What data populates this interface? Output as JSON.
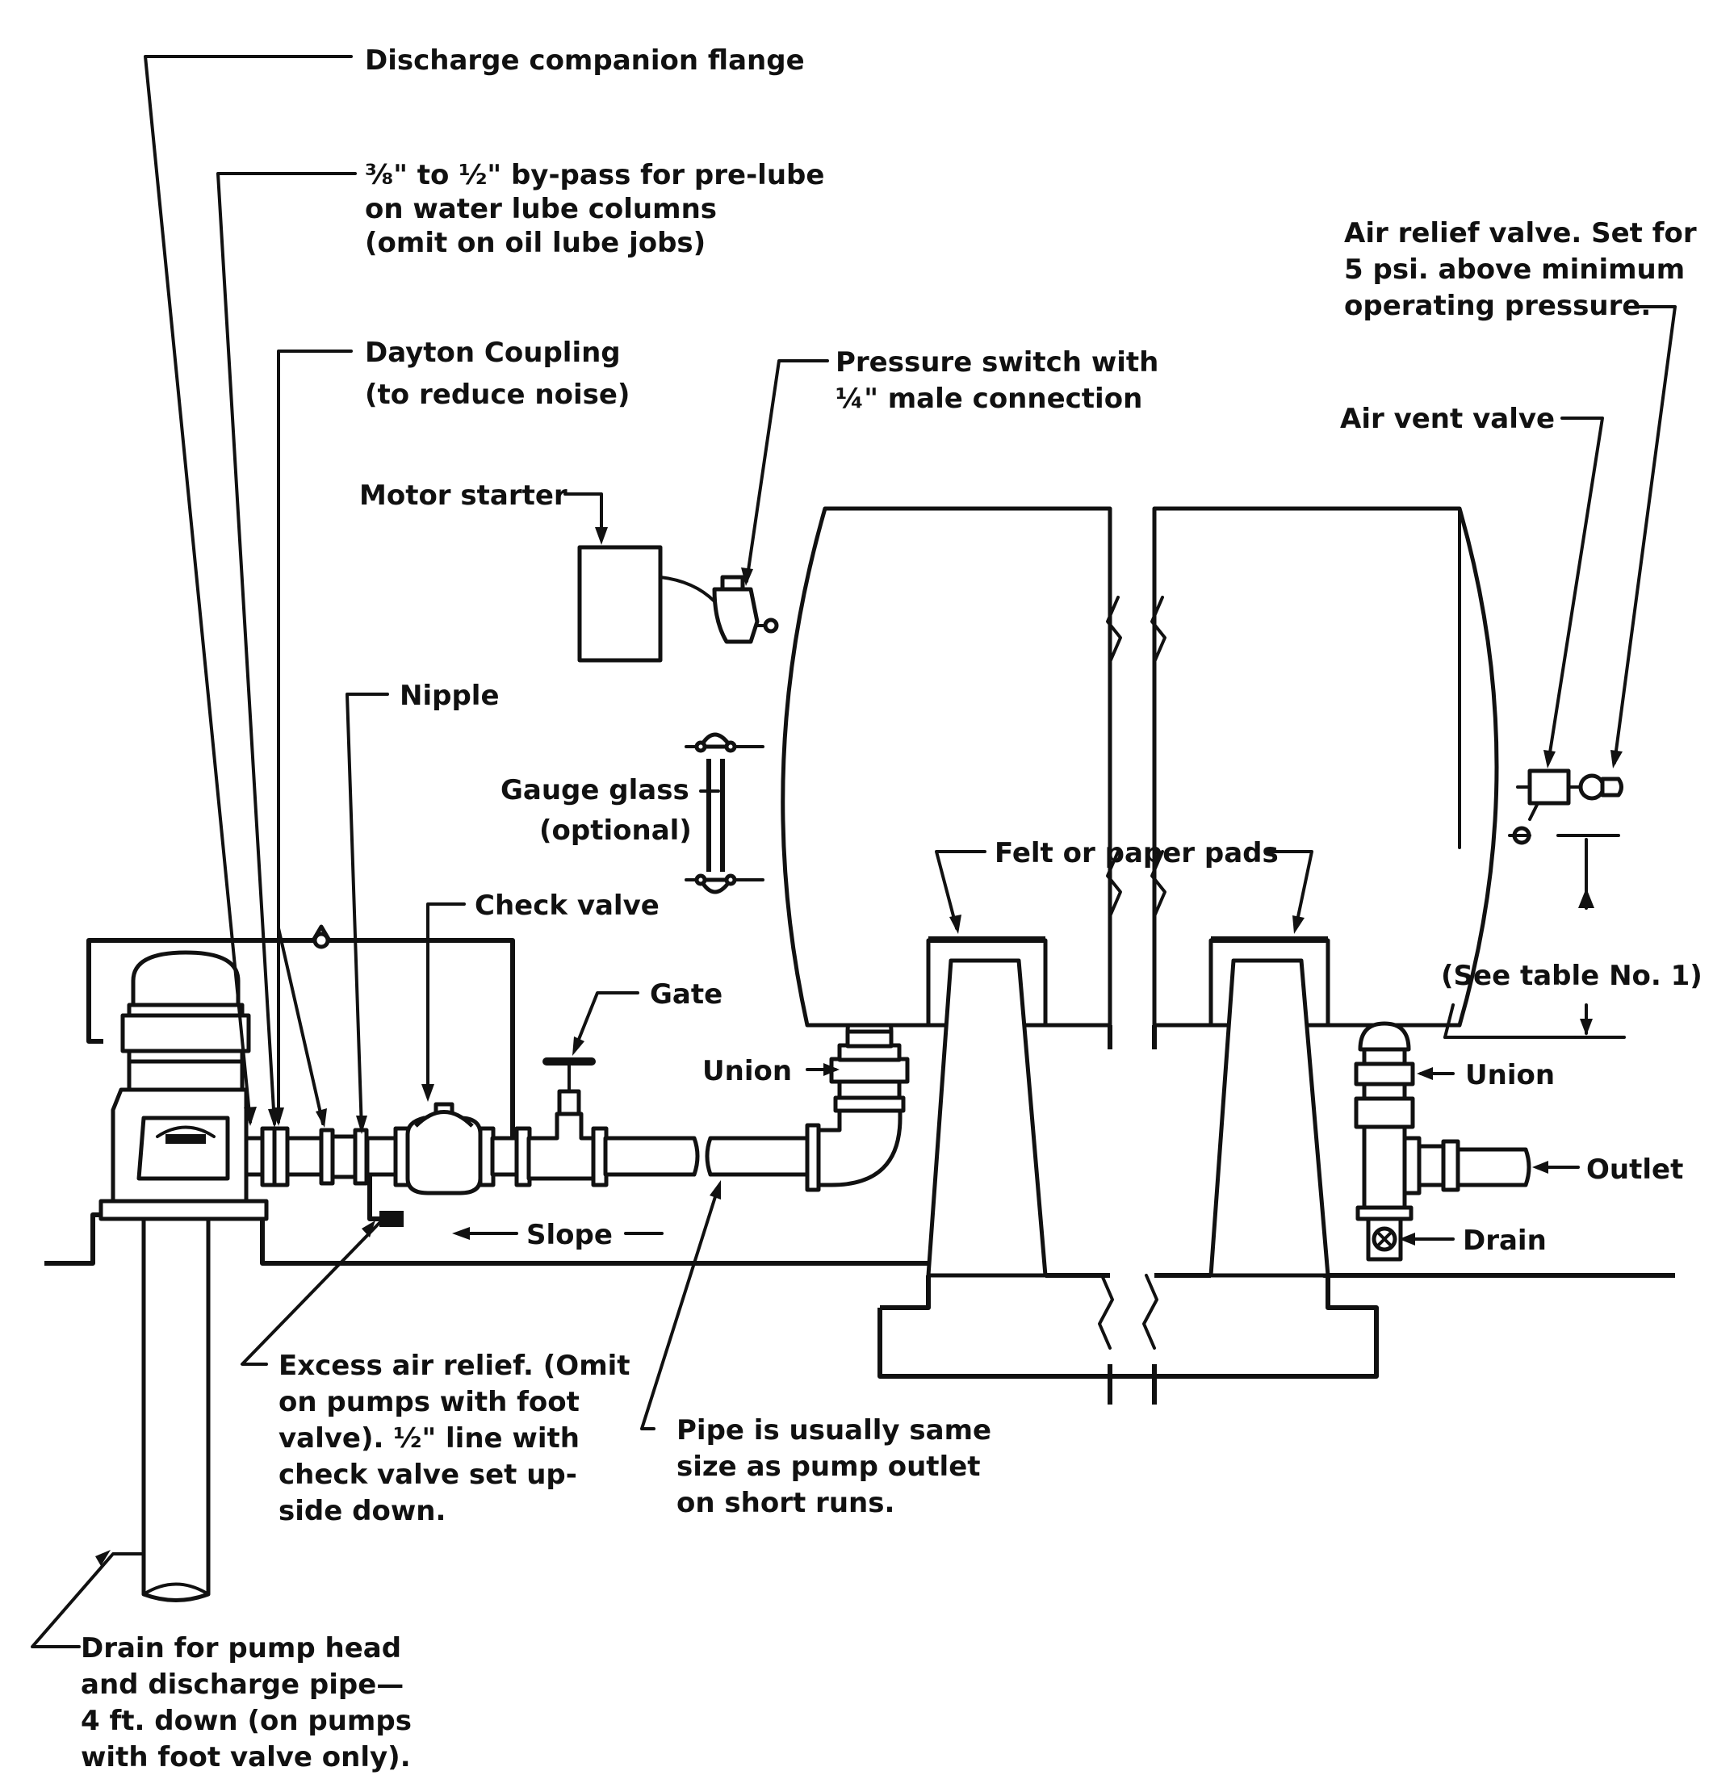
{
  "labels": {
    "discharge_flange": "Discharge companion flange",
    "bypass_1": "⅜\" to ½\" by-pass for pre-lube",
    "bypass_2": "on water lube columns",
    "bypass_3": "(omit on oil lube jobs)",
    "dayton_1": "Dayton Coupling",
    "dayton_2": "(to reduce noise)",
    "pressure_switch_1": "Pressure switch with",
    "pressure_switch_2": "¼\" male connection",
    "air_relief_1": "Air relief valve. Set for",
    "air_relief_2": "5 psi. above minimum",
    "air_relief_3": "operating pressure.",
    "air_vent": "Air vent valve",
    "motor_starter": "Motor starter",
    "nipple": "Nipple",
    "gauge_glass_1": "Gauge glass",
    "gauge_glass_2": "(optional)",
    "felt_pads": "Felt or paper pads",
    "check_valve": "Check valve",
    "gate": "Gate",
    "union_left": "Union",
    "union_right": "Union",
    "see_table": "(See table No. 1)",
    "outlet": "Outlet",
    "drain_right": "Drain",
    "slope": "Slope",
    "excess_air_1": "Excess air relief. (Omit",
    "excess_air_2": "on pumps with foot",
    "excess_air_3": "valve). ½\" line with",
    "excess_air_4": "check valve set up-",
    "excess_air_5": "side down.",
    "pipe_size_1": "Pipe is usually same",
    "pipe_size_2": "size as pump outlet",
    "pipe_size_3": "on short runs.",
    "drain_pump_1": "Drain for pump head",
    "drain_pump_2": "and discharge pipe—",
    "drain_pump_3": "4 ft. down (on pumps",
    "drain_pump_4": "with foot valve only)."
  },
  "colors": {
    "ink": "#111111",
    "paper": "#ffffff"
  }
}
